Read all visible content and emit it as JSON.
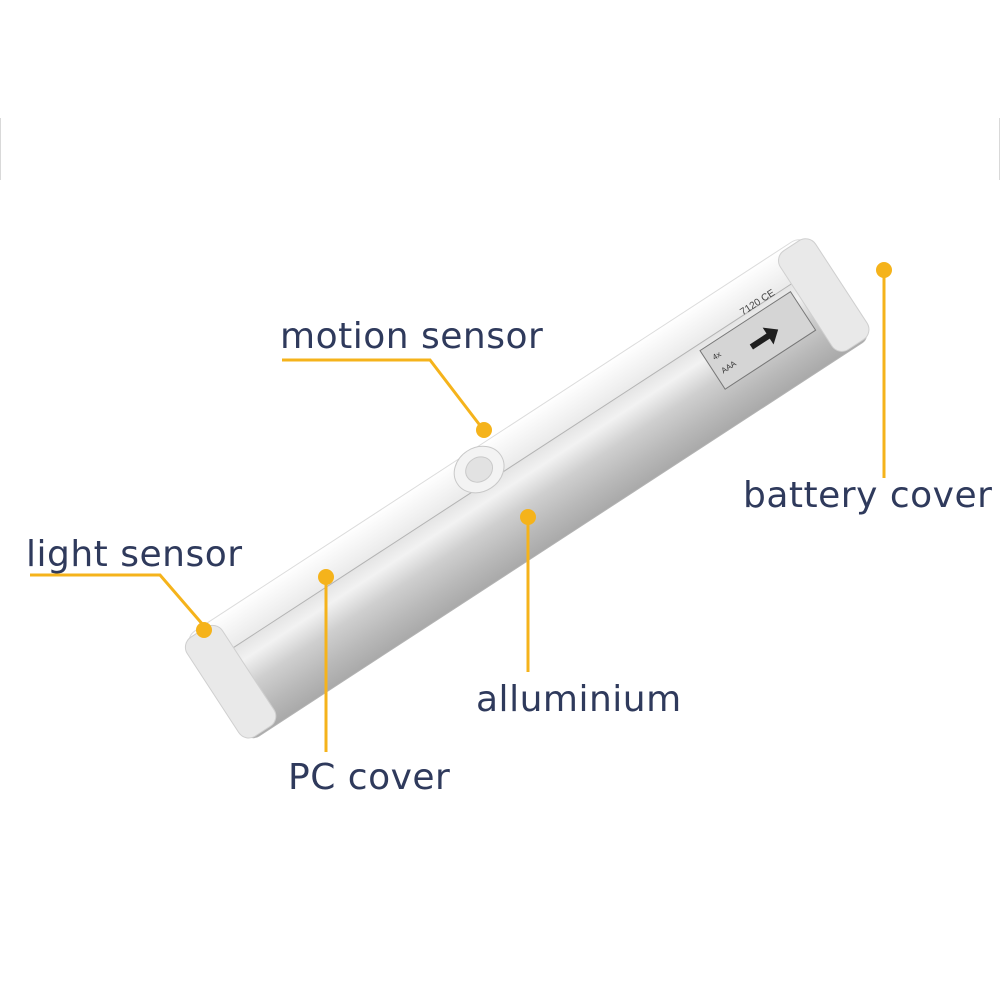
{
  "labels": {
    "motion_sensor": "motion sensor",
    "battery_cover": "battery cover",
    "light_sensor": "light sensor",
    "alluminium": "alluminium",
    "pc_cover": "PC cover"
  },
  "device": {
    "model_text": "7120 CE",
    "battery_count": "4x",
    "battery_type": "AAA"
  },
  "colors": {
    "label_text": "#2f3a5c",
    "callout": "#f5b31b",
    "aluminium": "#c9c9c9",
    "pc_cover": "#f4f4f4"
  }
}
